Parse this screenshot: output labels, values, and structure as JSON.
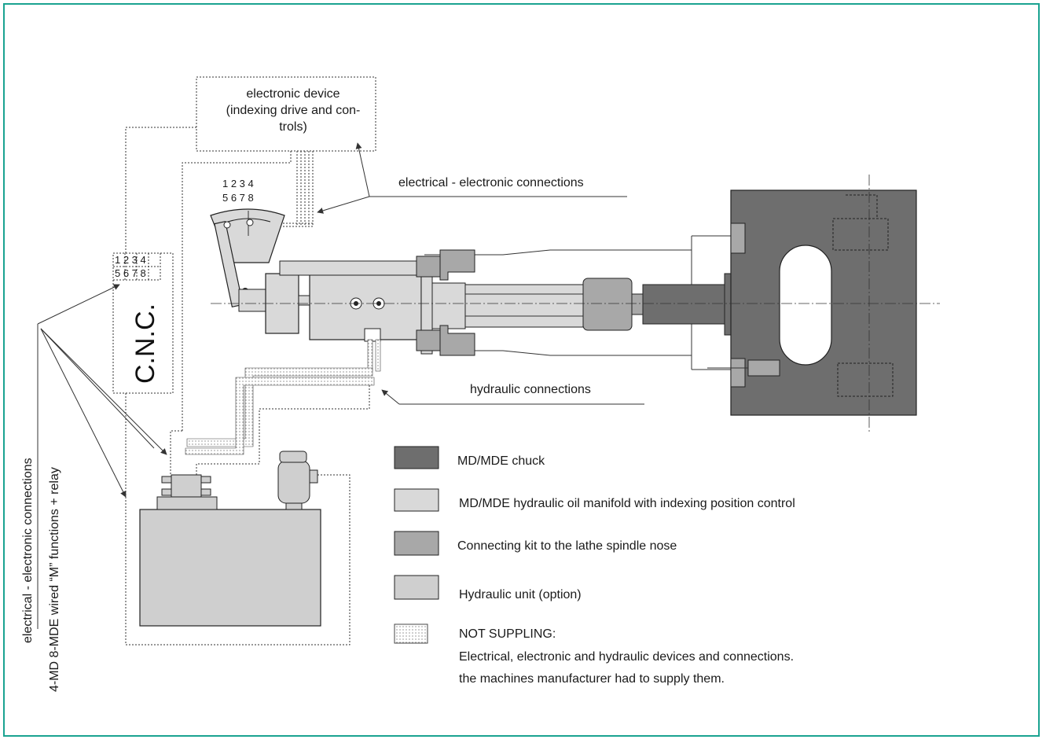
{
  "labels": {
    "electronic_device_line1": "electronic device",
    "electronic_device_line2": "(indexing drive and con-",
    "electronic_device_line3": "trols)",
    "elec_connections_top": "electrical - electronic connections",
    "hydraulic_connections": "hydraulic connections",
    "cnc": "C.N.C.",
    "vertical_left": "electrical - electronic connections",
    "vertical_right": "4-MD 8-MDE  wired “M” functions + relay",
    "positions_row1": "1 2 3 4",
    "positions_row2": "5 6 7 8",
    "cnc_box_row1": "1 2 3 4",
    "cnc_box_row2": "5 6 7 8"
  },
  "legend": [
    {
      "label": "MD/MDE chuck",
      "color": "#6e6e6e",
      "pattern": "solid"
    },
    {
      "label": "MD/MDE hydraulic oil manifold with indexing position control",
      "color": "#d9d9d9",
      "pattern": "solid"
    },
    {
      "label": "Connecting kit to the lathe spindle nose",
      "color": "#a8a8a8",
      "pattern": "solid"
    },
    {
      "label": "Hydraulic unit (option)",
      "color": "#cfcfcf",
      "pattern": "solid"
    },
    {
      "label": "NOT SUPPLING:",
      "color": "#ffffff",
      "pattern": "dotted"
    }
  ],
  "not_supplied_note": {
    "line1": "Electrical, electronic and hydraulic devices and connections.",
    "line2": "the machines manufacturer had to supply them."
  },
  "colors": {
    "frame": "#1aa391",
    "chuck": "#6e6e6e",
    "manifold": "#d9d9d9",
    "connecting_kit": "#a8a8a8",
    "hydraulic_unit": "#cfcfcf"
  }
}
